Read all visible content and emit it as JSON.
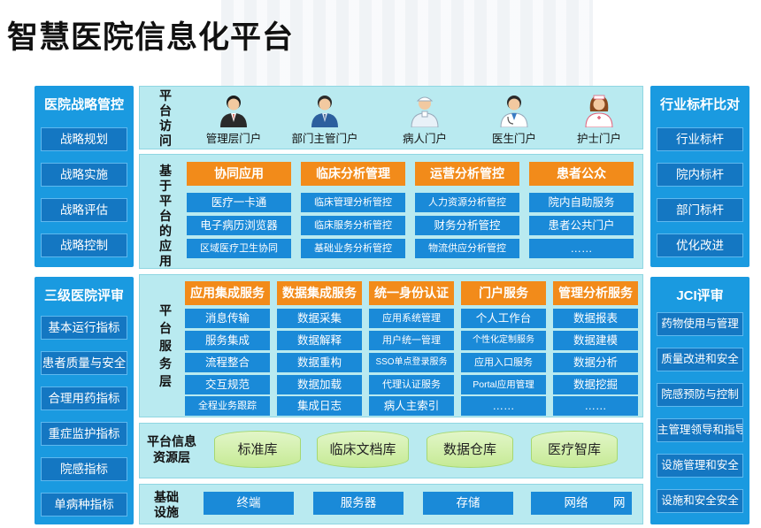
{
  "title": "智慧医院信息化平台",
  "left_top": {
    "title": "医院战略管控",
    "items": [
      "战略规划",
      "战略实施",
      "战略评估",
      "战略控制"
    ]
  },
  "left_bottom": {
    "title": "三级医院评审",
    "items": [
      "基本运行指标",
      "患者质量与安全",
      "合理用药指标",
      "重症监护指标",
      "院感指标",
      "单病种指标"
    ]
  },
  "right_top": {
    "title": "行业标杆比对",
    "items": [
      "行业标杆",
      "院内标杆",
      "部门标杆",
      "优化改进"
    ]
  },
  "right_bottom": {
    "title": "JCI评审",
    "items": [
      "药物使用与管理",
      "质量改进和安全",
      "院感预防与控制",
      "主管理领导和指导",
      "设施管理和安全",
      "设施和安全安全"
    ]
  },
  "access": {
    "label": "平台访问",
    "portals": [
      {
        "label": "管理层门户",
        "icon": "manager-icon"
      },
      {
        "label": "部门主管门户",
        "icon": "supervisor-icon"
      },
      {
        "label": "病人门户",
        "icon": "patient-icon"
      },
      {
        "label": "医生门户",
        "icon": "doctor-icon"
      },
      {
        "label": "护士门户",
        "icon": "nurse-icon"
      }
    ]
  },
  "apps": {
    "label": "基于平台的应用",
    "columns": [
      {
        "head": "协同应用",
        "items": [
          "医疗一卡通",
          "电子病历浏览器",
          "区域医疗卫生协同"
        ]
      },
      {
        "head": "临床分析管理",
        "items": [
          "临床管理分析管控",
          "临床服务分析管控",
          "基础业务分析管控"
        ]
      },
      {
        "head": "运营分析管控",
        "items": [
          "人力资源分析管控",
          "财务分析管控",
          "物流供应分析管控"
        ]
      },
      {
        "head": "患者公众",
        "items": [
          "院内自助服务",
          "患者公共门户",
          "……"
        ]
      }
    ]
  },
  "services": {
    "label": "平台服务层",
    "columns": [
      {
        "head": "应用集成服务",
        "items": [
          "消息传输",
          "服务集成",
          "流程整合",
          "交互规范",
          "全程业务跟踪"
        ]
      },
      {
        "head": "数据集成服务",
        "items": [
          "数据采集",
          "数据解释",
          "数据重构",
          "数据加载",
          "集成日志"
        ]
      },
      {
        "head": "统一身份认证",
        "items": [
          "应用系统管理",
          "用户统一管理",
          "SSO单点登录服务",
          "代理认证服务",
          "病人主索引"
        ]
      },
      {
        "head": "门户服务",
        "items": [
          "个人工作台",
          "个性化定制服务",
          "应用入口服务",
          "Portal应用管理",
          "……"
        ]
      },
      {
        "head": "管理分析服务",
        "items": [
          "数据报表",
          "数据建模",
          "数据分析",
          "数据挖掘",
          "……"
        ]
      }
    ]
  },
  "resources": {
    "label": "平台信息资源层",
    "items": [
      "标准库",
      "临床文档库",
      "数据仓库",
      "医疗智库"
    ]
  },
  "infra": {
    "label": "基础设施",
    "items": [
      "终端",
      "服务器",
      "存储",
      "网络",
      "网"
    ]
  },
  "colors": {
    "side_panel": "#1a9ae0",
    "band": "#b9eaf0",
    "orange_head": "#f28b1a",
    "blue_cell": "#1a8ad8",
    "db_green": "#c6ea95"
  }
}
